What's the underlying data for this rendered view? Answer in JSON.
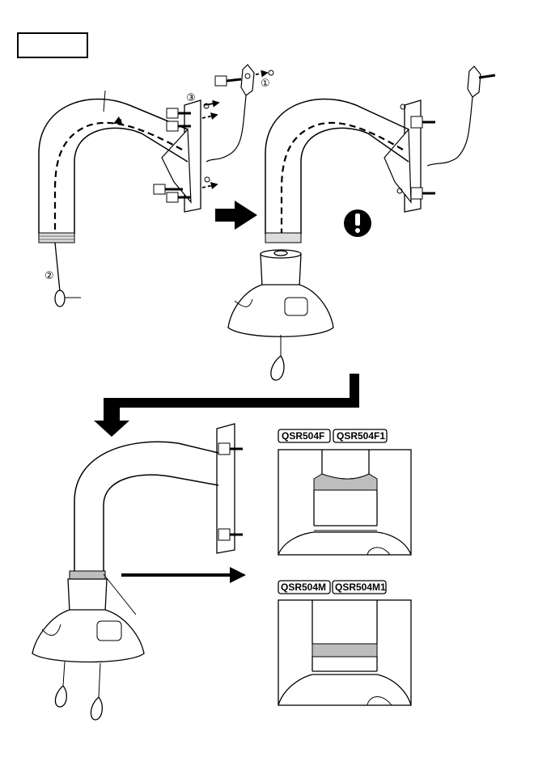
{
  "step_numbers": [
    "①",
    "②",
    "③"
  ],
  "model_tags": {
    "top_pair": [
      "QSR504F",
      "QSR504F1"
    ],
    "bottom_pair": [
      "QSR504M",
      "QSR504M1"
    ]
  },
  "caution_symbol": "exclamation-icon",
  "colors": {
    "ink": "#000000",
    "thread_band": "#bdbdbd",
    "tag_border": "#000000"
  }
}
